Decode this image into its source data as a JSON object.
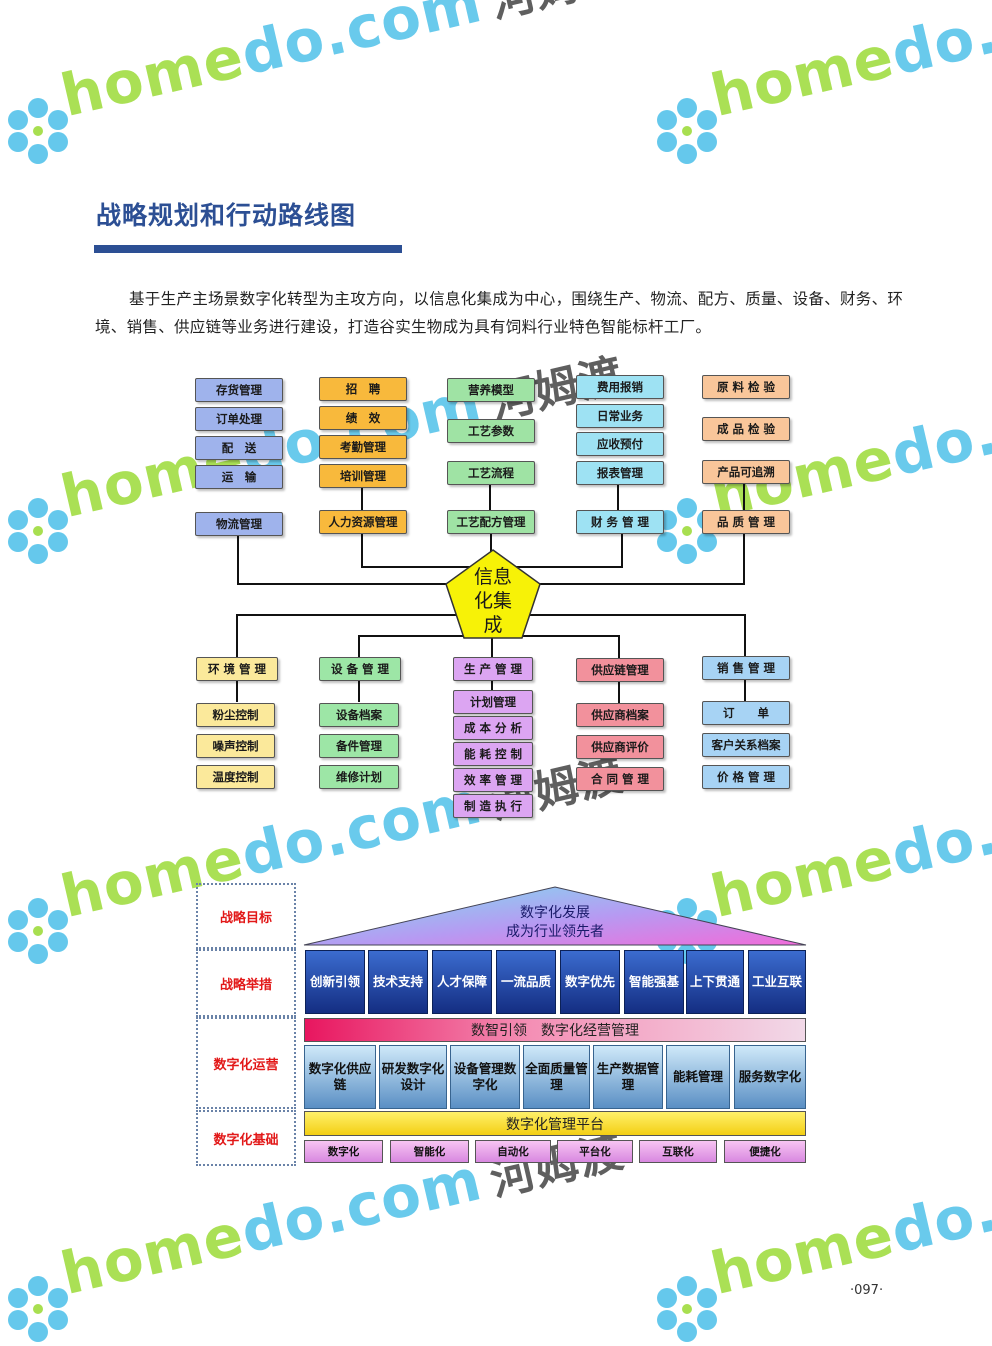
{
  "watermark": {
    "text_a": "home",
    "text_b": "do",
    "text_c": ".com",
    "text_cn": "河姆渡",
    "colors": {
      "green": "#9fdc3e",
      "blue": "#55c3ea"
    }
  },
  "section": {
    "title": "战略规划和行动路线图",
    "paragraph": "基于生产主场景数字化转型为主攻方向，以信息化集成为中心，围绕生产、物流、配方、质量、设备、财务、环境、销售、供应链等业务进行建设，打造谷实生物成为具有饲料行业特色智能标杆工厂。"
  },
  "diagram": {
    "center": "信息化集成",
    "top_groups": [
      {
        "head": "物流管理",
        "items": [
          "存货管理",
          "订单处理",
          "配　送",
          "运　输"
        ]
      },
      {
        "head": "人力资源管理",
        "items": [
          "招　聘",
          "绩　效",
          "考勤管理",
          "培训管理"
        ]
      },
      {
        "head": "工艺配方管理",
        "items": [
          "营养模型",
          "工艺参数",
          "工艺流程"
        ]
      },
      {
        "head": "财 务 管 理",
        "items": [
          "费用报销",
          "日常业务",
          "应收预付",
          "报表管理"
        ]
      },
      {
        "head": "品 质 管 理",
        "items": [
          "原 料 检 验",
          "成 品 检 验",
          "产品可追溯"
        ]
      }
    ],
    "bottom_groups": [
      {
        "head": "环 境 管 理",
        "items": [
          "粉尘控制",
          "噪声控制",
          "温度控制"
        ]
      },
      {
        "head": "设 备 管 理",
        "items": [
          "设备档案",
          "备件管理",
          "维修计划"
        ]
      },
      {
        "head": "生 产 管 理",
        "items": [
          "计划管理",
          "成 本 分 析",
          "能 耗 控 制",
          "效 率 管 理",
          "制 造 执 行"
        ]
      },
      {
        "head": "供应链管理",
        "items": [
          "供应商档案",
          "供应商评价",
          "合 同 管 理"
        ]
      },
      {
        "head": "销 售 管 理",
        "items": [
          "订　　单",
          "客户关系档案",
          "价 格 管 理"
        ]
      }
    ]
  },
  "house": {
    "labels": [
      "战略目标",
      "战略举措",
      "数字化运营",
      "数字化基础"
    ],
    "roof_line1": "数字化发展",
    "roof_line2": "成为行业领先者",
    "measures": [
      "创新引领",
      "技术支持",
      "人才保障",
      "一流品质",
      "数字优先",
      "智能强基",
      "上下贯通",
      "工业互联"
    ],
    "band": "数智引领　数字化经营管理",
    "operations": [
      "数字化供应链",
      "研发数字化设计",
      "设备管理数字化",
      "全面质量管理",
      "生产数据管理",
      "能耗管理",
      "服务数字化"
    ],
    "platform": "数字化管理平台",
    "foundation": [
      "数字化",
      "智能化",
      "自动化",
      "平台化",
      "互联化",
      "便捷化"
    ]
  },
  "page_number": "·097·"
}
